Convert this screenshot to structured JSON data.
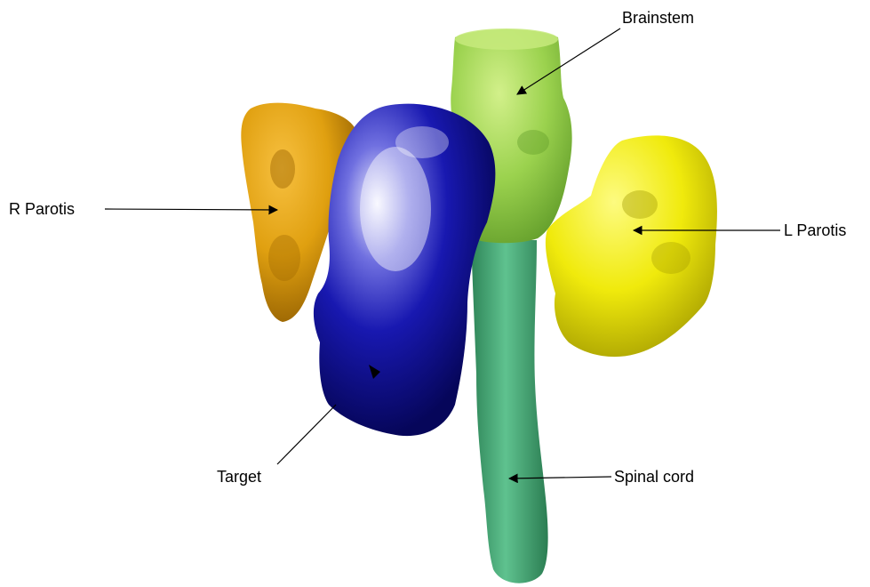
{
  "labels": {
    "brainstem": "Brainstem",
    "r_parotis": "R Parotis",
    "l_parotis": "L Parotis",
    "target": "Target",
    "spinal_cord": "Spinal cord"
  },
  "colors": {
    "background": "#ffffff",
    "r_parotis": "#e0a010",
    "target": "#10109a",
    "brainstem": "#9bd24e",
    "spinal_cord": "#3fa874",
    "l_parotis": "#f0ea0c",
    "annotation": "#000000"
  }
}
